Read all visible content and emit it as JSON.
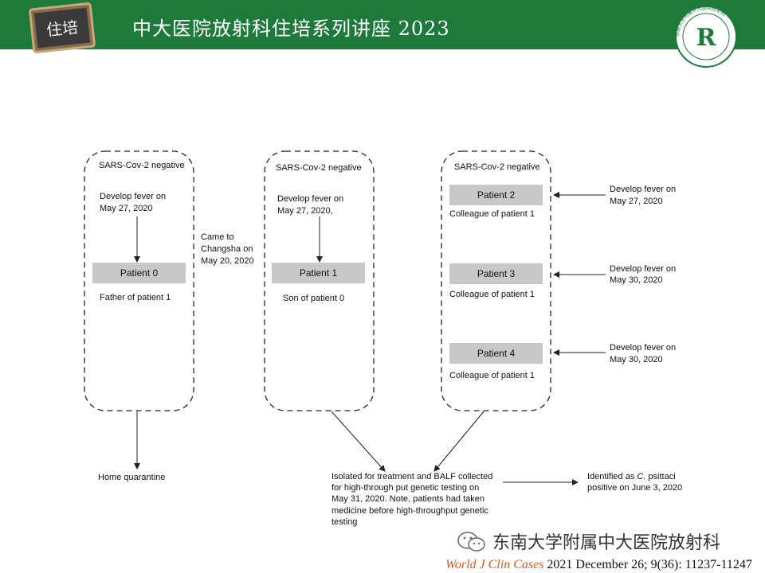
{
  "header": {
    "badge_text": "住培",
    "title": "中大医院放射科住培系列讲座 2023",
    "logo_letter": "R",
    "logo_ring_text": "东南大学附属中大医院放射科"
  },
  "colors": {
    "header_green": "#1e7a3a",
    "patient_box": "#c8c8c8",
    "journal_orange": "#d55a1f"
  },
  "diagram": {
    "group0": {
      "status": "SARS-Cov-2 negative",
      "fever_line1": "Develop fever on",
      "fever_line2": "May 27, 2020",
      "patient": "Patient 0",
      "relation": "Father of patient 1"
    },
    "travel": {
      "line1": "Came to",
      "line2": "Changsha on",
      "line3": "May 20, 2020"
    },
    "group1": {
      "status": "SARS-Cov-2 negative",
      "fever_line1": "Develop fever on",
      "fever_line2": "May 27, 2020,",
      "patient": "Patient 1",
      "relation": "Son of patient 0"
    },
    "group2": {
      "status": "SARS-Cov-2 negative",
      "colleagues": [
        {
          "patient": "Patient 2",
          "relation": "Colleague of patient 1",
          "fever_line1": "Develop fever on",
          "fever_line2": "May 27, 2020"
        },
        {
          "patient": "Patient 3",
          "relation": "Colleague of patient 1",
          "fever_line1": "Develop fever on",
          "fever_line2": "May 30, 2020"
        },
        {
          "patient": "Patient 4",
          "relation": "Colleague of patient 1",
          "fever_line1": "Develop fever on",
          "fever_line2": "May 30, 2020"
        }
      ]
    },
    "home": "Home quarantine",
    "isolation": {
      "line1": "Isolated for treatment and BALF collected",
      "line2": "for high-through put genetic testing on",
      "line3": "May 31, 2020. Note, patients had taken",
      "line4": "medicine before high-throughput genetic",
      "line5": "testing"
    },
    "identified": {
      "line1_pre": "Identified as ",
      "line1_italic": "C.",
      "line1_post": " psittaci",
      "line2": "positive on June 3, 2020"
    }
  },
  "watermark": "东南大学附属中大医院放射科",
  "citation": {
    "journal": "World J Clin Cases",
    "details": " 2021 December 26; 9(36): 11237-11247"
  }
}
